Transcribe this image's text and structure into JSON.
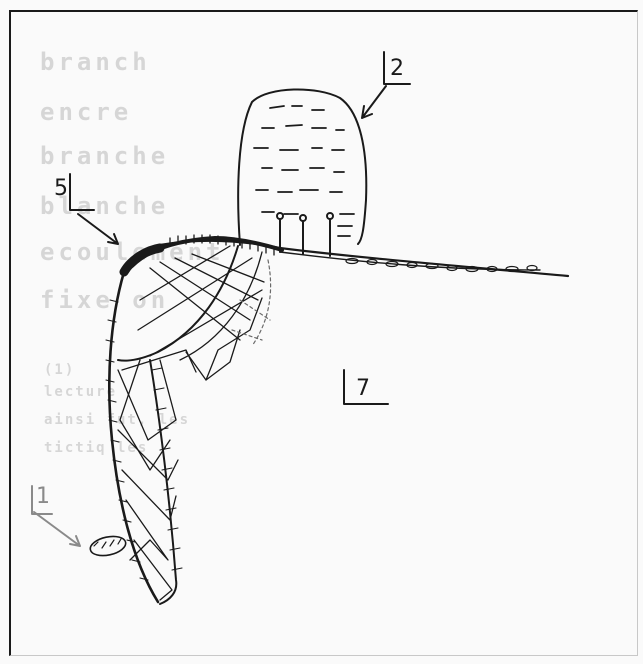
{
  "labels": {
    "outer": "2",
    "gear": "5",
    "lake": "7",
    "base": "1"
  },
  "background_text": {
    "lines": [
      "branch",
      "encre",
      "branche",
      "blanche",
      "ecoulement",
      "fixe on"
    ],
    "footnote": [
      "(1)",
      "lecture",
      "ainsi fut, les",
      "tictiq les"
    ]
  },
  "colors": {
    "ink": "#1a1a1a",
    "paper": "#fafafa",
    "ghost": "#b9b9b9",
    "net_fill": "#3a3a3a"
  }
}
